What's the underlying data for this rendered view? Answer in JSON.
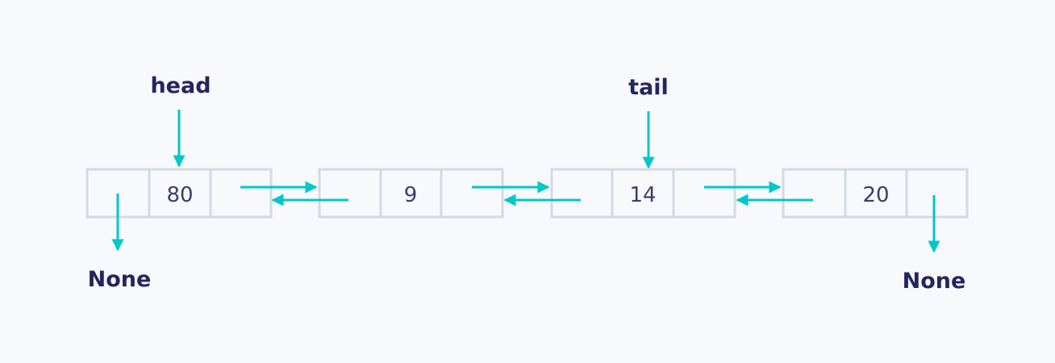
{
  "pointers": {
    "head": "head",
    "tail": "tail"
  },
  "nodes": [
    {
      "value": "80"
    },
    {
      "value": "9"
    },
    {
      "value": "14"
    },
    {
      "value": "20"
    }
  ],
  "null_left": "None",
  "null_right": "None",
  "colors": {
    "arrow": "#00c8c8",
    "cell_border": "#d3dae3",
    "text": "#25265e",
    "background": "#f7f9fd"
  }
}
